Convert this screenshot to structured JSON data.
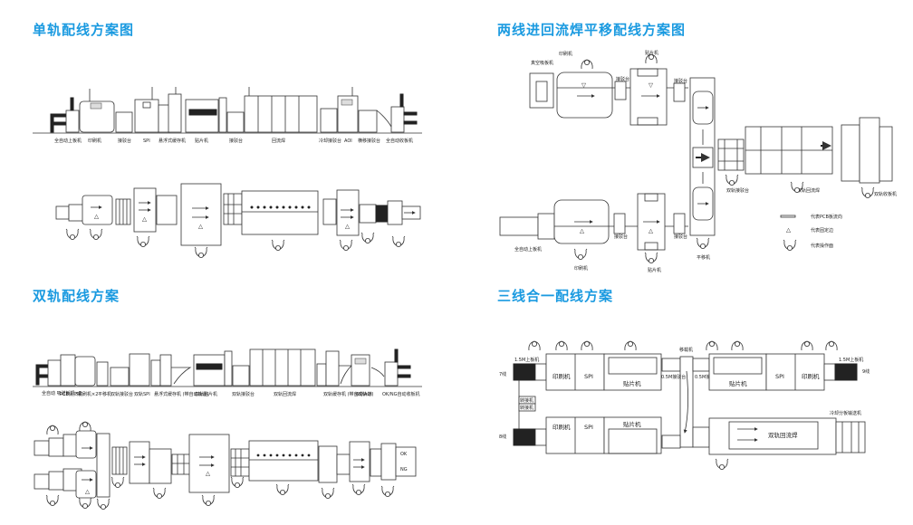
{
  "panels": {
    "single_rail": {
      "title": "单轨配线方案图",
      "side_labels": [
        "全自动上板机",
        "印刷机",
        "接驳台",
        "SPI",
        "悬浮式缓存机",
        "贴片机",
        "接驳台",
        "回流焊",
        "冷却接驳台",
        "AOI",
        "横移接驳台",
        "全自动收板机"
      ]
    },
    "two_line_reflow": {
      "title": "两线进回流焊平移配线方案图",
      "labels": {
        "vacuum_loader": "真空吸板机",
        "printer_top": "印刷机",
        "mounter_top": "贴片机",
        "conveyor_top_1": "接驳台",
        "conveyor_top_2": "接驳台",
        "loader_bottom": "全自动上板机",
        "printer_bottom": "印刷机",
        "mounter_bottom": "贴片机",
        "conveyor_bottom_1": "接驳台",
        "conveyor_bottom_2": "接驳台",
        "shuttle": "平移机",
        "dual_conveyor": "双轨接驳台",
        "dual_reflow": "双轨回流焊",
        "dual_unloader": "双轨收板机"
      },
      "legend": [
        {
          "icon": "arrow-icon",
          "text": "代表PCB板流向"
        },
        {
          "icon": "triangle-icon",
          "text": "代表固定边"
        },
        {
          "icon": "operator-icon",
          "text": "代表操作面"
        }
      ]
    },
    "dual_rail": {
      "title": "双轨配线方案",
      "side_labels": [
        "全自动\n吸送板机×2",
        "PCB清扫机",
        "印刷机×2",
        "平移机",
        "双轨接驳台",
        "双轨SPI",
        "悬浮式缓存机\n(带自动轨道)",
        "双轨贴片机",
        "双轨接驳台",
        "双轨回流焊",
        "双轨缓存机\n(带自动轨道)",
        "双轨AOI",
        "OK/NG自动收板机"
      ],
      "flow_marks": [
        "OK",
        "NG"
      ]
    },
    "three_in_one": {
      "title": "三线合一配线方案",
      "labels": {
        "left_top_line": "7线",
        "left_bottom_line": "8线",
        "right_top_line": "9线",
        "loader_tl": "1.5M上板机",
        "loader_tr": "1.5M上板机",
        "printer_tl": "印刷机",
        "spi_tl": "SPI",
        "mounter_tl": "贴片机",
        "printer_tr": "印刷机",
        "spi_tr": "SPI",
        "mounter_tr": "贴片机",
        "printer_bl": "印刷机",
        "spi_bl": "SPI",
        "mounter_bl": "贴片机",
        "shuttle": "移载机",
        "conveyor_l": "0.5M接驳台",
        "conveyor_r": "0.5M接驳台",
        "stack_1": "转接机",
        "stack_2": "转接机",
        "reflow": "双轨回流焊",
        "cooling": "冷却分板输送机"
      }
    }
  }
}
